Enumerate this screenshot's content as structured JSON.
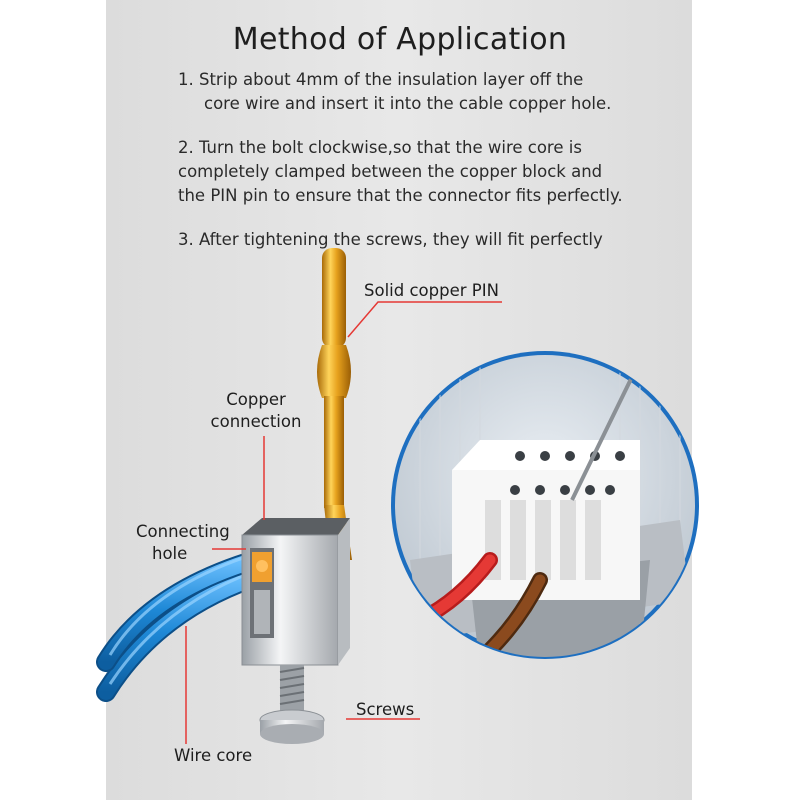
{
  "heading": "Method of Application",
  "steps": [
    {
      "line1": "1. Strip about 4mm of the insulation layer off the",
      "line2": "core wire and insert it into the cable copper hole."
    },
    {
      "line1": "2. Turn the bolt clockwise,so that the wire core is",
      "line2": "completely clamped between the copper block and",
      "line3": "the PIN pin to ensure that the connector fits perfectly."
    },
    {
      "line1": "3.   After tightening the screws, they will fit perfectly"
    }
  ],
  "labels": {
    "pin": "Solid copper PIN",
    "copper_line1": "Copper",
    "copper_line2": "connection",
    "hole_line1": "Connecting",
    "hole_line2": "hole",
    "screws": "Screws",
    "wire": "Wire core"
  },
  "colors": {
    "accent_red": "#e53935",
    "pin_gold": "#e0a020",
    "cable_blue": "#1e88d6",
    "background": "#e2e2e2"
  }
}
